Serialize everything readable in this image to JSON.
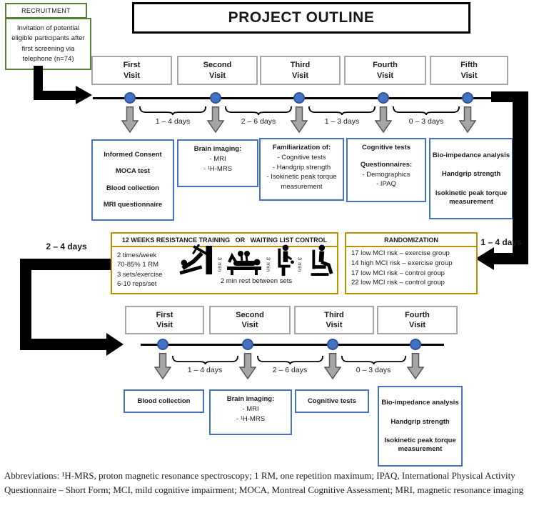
{
  "colors": {
    "accent_blue": "#4472C4",
    "accent_gold": "#BF9000",
    "accent_green": "#538135",
    "box_gray": "#A6A6A6"
  },
  "title": "PROJECT OUTLINE",
  "recruitment": {
    "header": "RECRUITMENT",
    "body": "Invitation of potential eligible participants after first screening via telephone (n=74)"
  },
  "phase1": {
    "visits": [
      {
        "l1": "First",
        "l2": "Visit"
      },
      {
        "l1": "Second",
        "l2": "Visit"
      },
      {
        "l1": "Third",
        "l2": "Visit"
      },
      {
        "l1": "Fourth",
        "l2": "Visit"
      },
      {
        "l1": "Fifth",
        "l2": "Visit"
      }
    ],
    "intervals": [
      "1 – 4 days",
      "2 – 6 days",
      "1 – 3 days",
      "0 – 3 days"
    ],
    "box1": {
      "line1": "Informed Consent",
      "line2": "MOCA test",
      "line3": "Blood collection",
      "line4": "MRI questionnaire"
    },
    "box2": {
      "title": "Brain imaging:",
      "item1": "- MRI",
      "item2": "- ¹H-MRS"
    },
    "box3": {
      "title": "Familiarization of:",
      "item1": "- Cognitive tests",
      "item2": "- Handgrip strength",
      "item3": "- Isokinetic peak torque measurement"
    },
    "box4": {
      "title": "Cognitive tests",
      "subtitle": "Questionnaires:",
      "item1": "- Demographics",
      "item2": "- IPAQ"
    },
    "box5": {
      "line1": "Bio-impedance analysis",
      "line2": "Handgrip strength",
      "line3": "Isokinetic peak torque measurement"
    }
  },
  "intervention": {
    "left_interval": "2 – 4 days",
    "right_interval": "1 – 4 days",
    "training": {
      "header": "12 WEEKS RESISTANCE TRAINING   OR   WAITING LIST CONTROL",
      "params": [
        "2 times/week",
        "70-85% 1 RM",
        "3 sets/exercise",
        "6-10 reps/set"
      ],
      "rest_between_exercises": "3 min",
      "rest_note": "2 min rest between sets",
      "exercise_icons": [
        "leg-press",
        "bench-press",
        "seated-machine",
        "leg-extension"
      ]
    },
    "randomization": {
      "header": "RANDOMIZATION",
      "groups": [
        "17 low MCI risk – exercise group",
        "14 high MCI risk – exercise group",
        "17 low MCI risk – control group",
        "22 low MCI risk – control group"
      ]
    }
  },
  "phase2": {
    "visits": [
      {
        "l1": "First",
        "l2": "Visit"
      },
      {
        "l1": "Second",
        "l2": "Visit"
      },
      {
        "l1": "Third",
        "l2": "Visit"
      },
      {
        "l1": "Fourth",
        "l2": "Visit"
      }
    ],
    "intervals": [
      "1 – 4 days",
      "2 – 6 days",
      "0 – 3 days"
    ],
    "box1": {
      "line1": "Blood collection"
    },
    "box2": {
      "title": "Brain imaging:",
      "item1": "- MRI",
      "item2": "- ¹H-MRS"
    },
    "box3": {
      "line1": "Cognitive tests"
    },
    "box4": {
      "line1": "Bio-impedance analysis",
      "line2": "Handgrip strength",
      "line3": "Isokinetic peak torque measurement"
    }
  },
  "caption": "Abbreviations: ¹H-MRS, proton magnetic resonance spectroscopy; 1 RM, one repetition maximum; IPAQ, International Physical Activity Questionnaire – Short Form; MCI, mild cognitive impairment; MOCA, Montreal Cognitive Assessment; MRI, magnetic resonance imaging"
}
